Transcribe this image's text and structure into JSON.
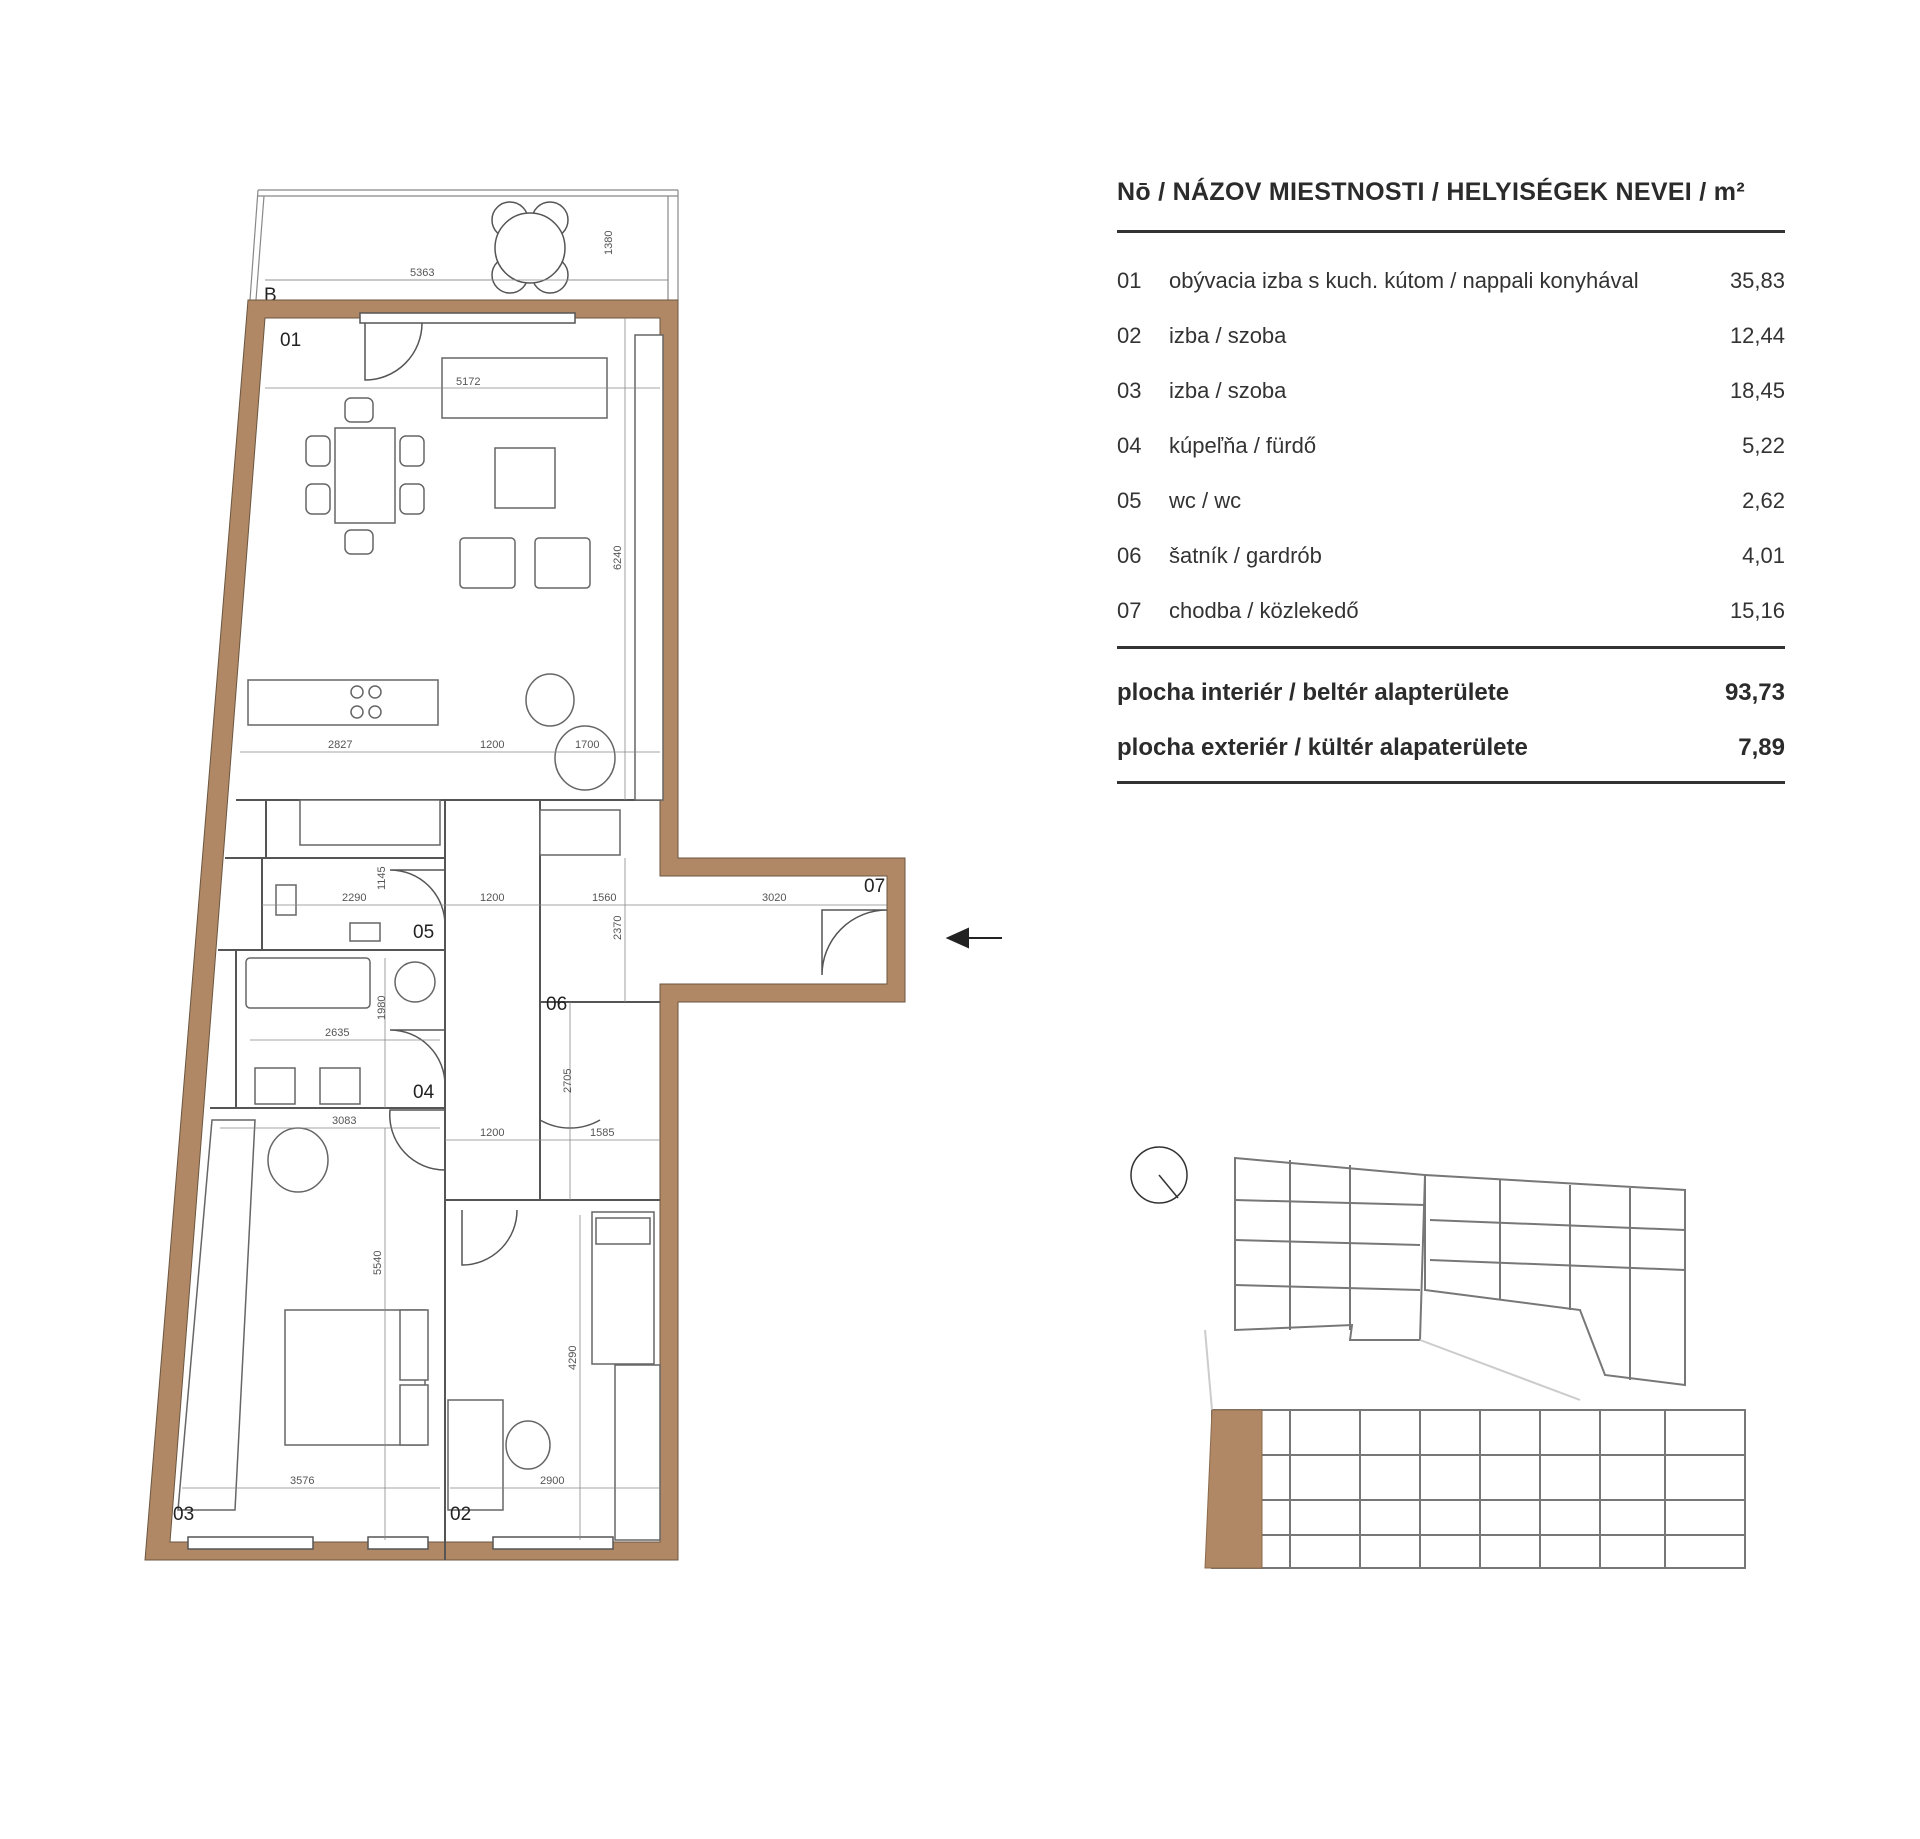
{
  "legend": {
    "title": "Nō / NÁZOV MIESTNOSTI / HELYISÉGEK NEVEI / m²",
    "rooms": [
      {
        "num": "01",
        "name": "obývacia izba s kuch. kútom / nappali konyhával",
        "area": "35,83"
      },
      {
        "num": "02",
        "name": "izba / szoba",
        "area": "12,44"
      },
      {
        "num": "03",
        "name": "izba / szoba",
        "area": "18,45"
      },
      {
        "num": "04",
        "name": "kúpeľňa / fürdő",
        "area": "5,22"
      },
      {
        "num": "05",
        "name": "wc / wc",
        "area": "2,62"
      },
      {
        "num": "06",
        "name": "šatník / gardrób",
        "area": "4,01"
      },
      {
        "num": "07",
        "name": "chodba / közlekedő",
        "area": "15,16"
      }
    ],
    "totals": [
      {
        "label": "plocha interiér / beltér alapterülete",
        "value": "93,73"
      },
      {
        "label": "plocha exteriér / kültér alapaterülete",
        "value": "7,89"
      }
    ]
  },
  "plan": {
    "terrace_label": "B",
    "room_labels": {
      "r01": "01",
      "r02": "02",
      "r03": "03",
      "r04": "04",
      "r05": "05",
      "r06": "06",
      "r07": "07"
    },
    "dimensions": {
      "d5363": "5363",
      "d1380": "1380",
      "d5172": "5172",
      "d6240": "6240",
      "d2827": "2827",
      "d1200a": "1200",
      "d1700": "1700",
      "d1145": "1145",
      "d2290": "2290",
      "d1200b": "1200",
      "d1560": "1560",
      "d3020": "3020",
      "d2370": "2370",
      "d2635": "2635",
      "d1980": "1980",
      "d2705": "2705",
      "d3083": "3083",
      "d1200c": "1200",
      "d1585": "1585",
      "d5540": "5540",
      "d4290": "4290",
      "d3576": "3576",
      "d2900": "2900"
    }
  },
  "colors": {
    "wall": "#b08865",
    "line": "#555555",
    "highlight": "#b08865"
  }
}
